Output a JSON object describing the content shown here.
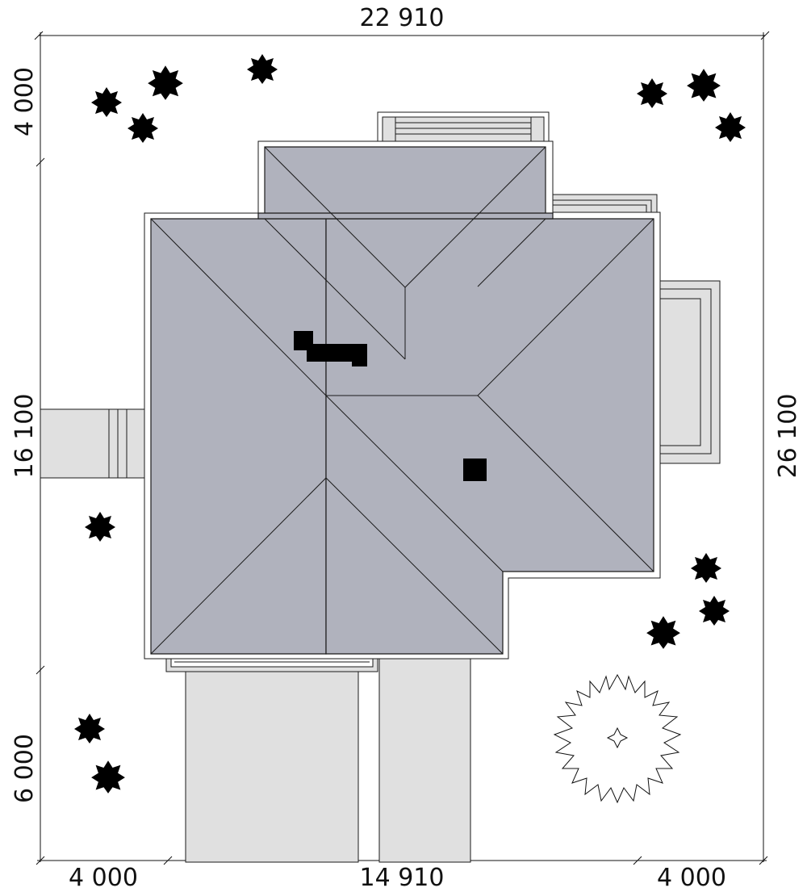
{
  "dimensions": {
    "top_total": "22 910",
    "left_top": "4 000",
    "left_middle": "16 100",
    "left_bottom": "6 000",
    "right_total": "26 100",
    "bottom_left": "4 000",
    "bottom_middle": "14 910",
    "bottom_right": "4 000"
  },
  "colors": {
    "roof": "#b0b2bd",
    "paving": "#e0e0e0",
    "ink": "#111111"
  },
  "icons": {
    "shrub": "shrub-icon",
    "tree": "tree-icon"
  }
}
